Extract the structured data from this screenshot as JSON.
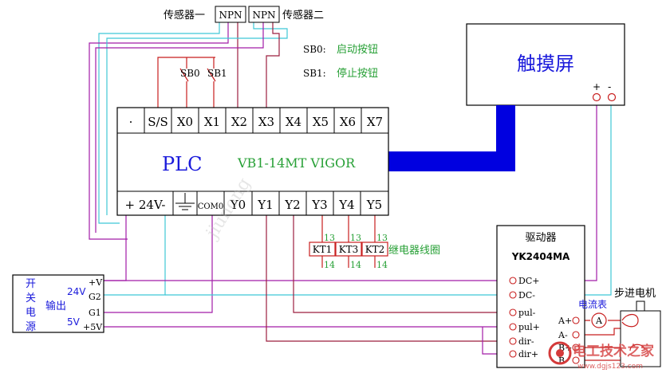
{
  "sensors": {
    "label_left": "传感器一",
    "label_right": "传感器二",
    "sensor1": "NPN",
    "sensor2": "NPN"
  },
  "buttons": {
    "sb0_switch": "SB0",
    "sb1_switch": "SB1",
    "legend_sb0_key": "SB0:",
    "legend_sb0_text": "启动按钮",
    "legend_sb1_key": "SB1:",
    "legend_sb1_text": "停止按钮"
  },
  "touchscreen": {
    "title": "触摸屏",
    "plus": "+",
    "minus": "-"
  },
  "plc": {
    "name": "PLC",
    "model": "VB1-14MT  VIGOR",
    "top_terminals": [
      "·",
      "S/S",
      "X0",
      "X1",
      "X2",
      "X3",
      "X4",
      "X5",
      "X6",
      "X7"
    ],
    "bottom_terminals": [
      "+ 24V-",
      "",
      "COM0",
      "Y0",
      "Y1",
      "Y2",
      "Y3",
      "Y4",
      "Y5"
    ]
  },
  "relays": {
    "coils": [
      "KT1",
      "KT3",
      "KT2"
    ],
    "top_pin": "13",
    "bottom_pin": "14",
    "caption": "继电器线圈"
  },
  "power_supply": {
    "name_chars": [
      "开",
      "关",
      "电",
      "源"
    ],
    "output_label": "输出",
    "v24_label": "24V",
    "v5_label": "5V",
    "terminals": [
      "+V",
      "G2",
      "G1",
      "+5V"
    ]
  },
  "driver": {
    "title": "驱动器",
    "model": "YK2404MA",
    "terminals": [
      "DC+",
      "DC-",
      "pul-",
      "pul+",
      "dir-",
      "dir+"
    ]
  },
  "motor": {
    "title": "步进电机",
    "ammeter_label": "电流表",
    "ammeter_symbol": "A",
    "terminals": [
      "A+",
      "A-",
      "B+",
      "B-"
    ]
  },
  "watermark": {
    "diagonal": "jiunong",
    "site": "电工技术之家",
    "site_url": "www.dgjs123.com"
  },
  "colors": {
    "wire_cyan": "#3fc7d6",
    "wire_purple": "#a21ca8",
    "wire_darkred": "#9c1f3f",
    "wire_red": "#c81e1e",
    "bus_blue": "#0000e0",
    "label_green": "#27a036",
    "label_blue": "#1a1adb"
  }
}
